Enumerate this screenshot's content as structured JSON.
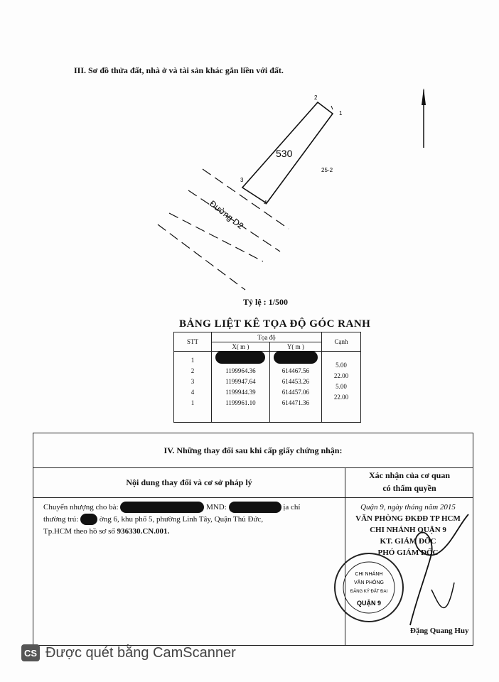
{
  "section3": {
    "title": "III. Sơ đồ thửa đất, nhà ở và tài sản khác gắn liền với đất."
  },
  "sketch": {
    "parcel_number": "530",
    "adjacent": "25-2",
    "road_label": "Đường D2",
    "corners": [
      "1",
      "2",
      "3",
      "4"
    ],
    "scale": "Tỷ lệ : 1/500"
  },
  "coord_table": {
    "title": "BẢNG LIỆT KÊ TỌA ĐỘ GÓC RANH",
    "col_stt": "STT",
    "col_coords": "Tọa độ",
    "col_x": "X( m )",
    "col_y": "Y( m )",
    "col_edge": "Cạnh",
    "stt": [
      "1",
      "2",
      "3",
      "4",
      "1"
    ],
    "x": [
      "",
      "1199964.36",
      "1199947.64",
      "1199944.39",
      "1199961.10"
    ],
    "y": [
      "",
      "614467.56",
      "614453.26",
      "614457.06",
      "614471.36"
    ],
    "edges": [
      "5.00",
      "22.00",
      "5.00",
      "22.00"
    ]
  },
  "section4": {
    "title": "IV. Những thay đổi sau khi cấp giấy chứng nhận:",
    "col_left": "Nội dung thay đổi và cơ sở pháp lý",
    "col_right_1": "Xác nhận của cơ quan",
    "col_right_2": "có thẩm quyền",
    "content_1": "Chuyển nhượng cho bà:",
    "content_1b": "MND:",
    "content_1c": "ịa chỉ",
    "content_2": "thường trú:",
    "content_2b": "ờng 6, khu phố 5, phường Linh Tây, Quận Thủ Đức,",
    "content_3": "Tp.HCM theo hồ sơ số",
    "content_3b": "936330.CN.001.",
    "date": "Quận 9, ngày    tháng    năm 2015",
    "office_1": "VĂN PHÒNG ĐKĐĐ TP HCM",
    "office_2": "CHI NHÁNH QUẬN 9",
    "office_3": "KT. GIÁM ĐỐC",
    "office_4": "PHÓ GIÁM ĐỐC",
    "signer": "Đặng Quang Huy"
  },
  "stamp": {
    "text": "CHI NHÁNH VĂN PHÒNG ĐĂNG KÝ ĐẤT ĐAI QUẬN 9"
  },
  "footer": {
    "logo": "CS",
    "text": "Được quét bằng CamScanner"
  }
}
